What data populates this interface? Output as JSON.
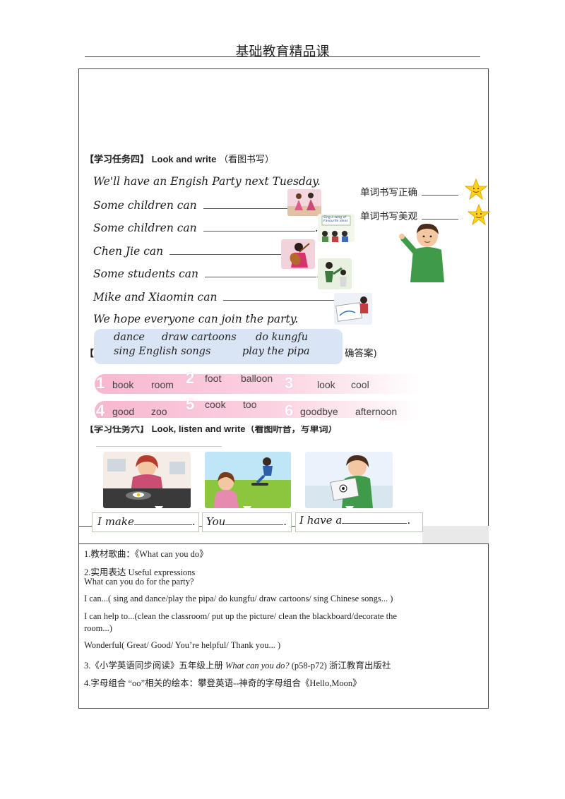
{
  "header": {
    "title": "基础教育精品课"
  },
  "task4": {
    "title": "【学习任务四】 Look and write",
    "note": "（看图书写）",
    "lines": [
      "We'll have an Engish Party next Tuesday.",
      "Some children can",
      "Some children can",
      "Chen Jie can",
      "Some students can",
      "Mike and Xiaomin can",
      "We hope everyone can join the party."
    ],
    "criteria": [
      "单词书写正确",
      "单词书写美观"
    ],
    "word_bank": [
      "dance",
      "draw cartoons",
      "do kungfu",
      "sing English songs",
      "play the pipa"
    ],
    "pic_caption": "Sing a  song of Favourite ideas"
  },
  "task5": {
    "partial_heading_left": "【",
    "partial_heading_right": "确答案)",
    "groups": [
      {
        "num": "1",
        "words": [
          "book",
          "room"
        ]
      },
      {
        "num": "2",
        "words": [
          "foot",
          "balloon"
        ]
      },
      {
        "num": "3",
        "words": [
          "look",
          "cool"
        ]
      },
      {
        "num": "4",
        "words": [
          "good",
          "zoo"
        ]
      },
      {
        "num": "5",
        "words": [
          "cook",
          "too"
        ]
      },
      {
        "num": "6",
        "words": [
          "goodbye",
          "afternoon"
        ]
      }
    ]
  },
  "task6": {
    "title": "【学习任务六】 Look, listen and write（看图听音，写单词）",
    "captions": [
      "I make",
      "You",
      "I have a"
    ]
  },
  "resources": {
    "items": [
      "1.教材歌曲：《What can you do》",
      "2.实用表达 Useful expressions",
      "What can you do for the party?",
      "I can...( sing and dance/play the pipa/ do kungfu/ draw cartoons/ sing Chinese songs... )",
      "I can help to...(clean the classroom/ put up the picture/ clean the blackboard/decorate the",
      "room...)",
      "Wonderful( Great/ Good/ You’re helpful/ Thank you... )",
      "4.字母组合 “oo”相关的绘本：攀登英语--神奇的字母组合《Hello,Moon》"
    ],
    "item3": {
      "prefix": "3.《小学英语同步阅读》五年级上册 ",
      "italic": "What can you do?",
      "suffix": " (p58-p72) 浙江教育出版社"
    }
  }
}
